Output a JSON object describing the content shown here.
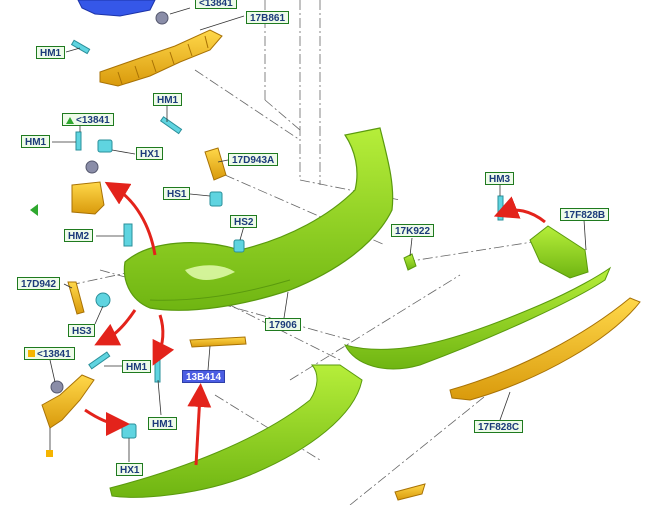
{
  "callouts": {
    "c13841_top": "<13841",
    "c17B861": "17B861",
    "hm1_a": "HM1",
    "hm1_b": "HM1",
    "c13841_mid": "<13841",
    "hm1_c": "HM1",
    "hx1_a": "HX1",
    "c17D943A": "17D943A",
    "hs1": "HS1",
    "hs2": "HS2",
    "hm2": "HM2",
    "c17K922": "17K922",
    "hm3": "HM3",
    "c17F828B": "17F828B",
    "c17D942": "17D942",
    "hs3": "HS3",
    "c17906": "17906",
    "c13841_low": "<13841",
    "hm1_d": "HM1",
    "c13B414": "13B414",
    "hm1_e": "HM1",
    "hx1_b": "HX1",
    "c17F828C": "17F828C"
  },
  "colors": {
    "bumper_green": "#8cd615",
    "bracket_orange": "#f0b818",
    "fastener_cyan": "#5fd4e0",
    "arrow_red": "#e3231b",
    "label_border": "#1f7a1f",
    "highlight_blue": "#4b5de3"
  }
}
